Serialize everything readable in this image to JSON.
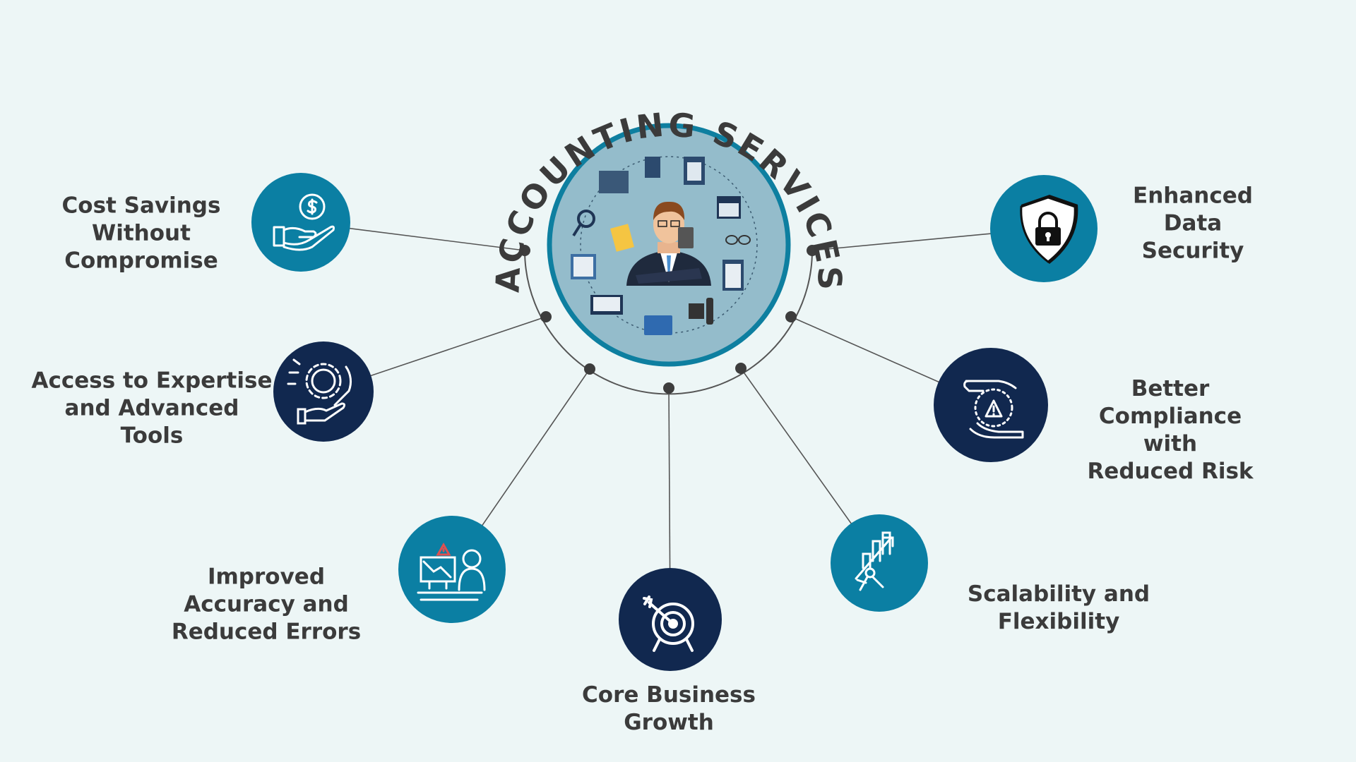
{
  "title": "ACCOUNTING SERVICES",
  "colors": {
    "background": "#edf6f6",
    "teal": "#0b7fa3",
    "navy": "#11284f",
    "center_fill": "#94bccb",
    "text": "#3b3b3b"
  },
  "benefits": [
    {
      "label": "Cost Savings\nWithout\nCompromise",
      "icon": "hand-dollar-icon"
    },
    {
      "label": "Access to Expertise\nand Advanced\nTools",
      "icon": "gear-hand-icon"
    },
    {
      "label": "Improved\nAccuracy and\nReduced Errors",
      "icon": "computer-error-icon"
    },
    {
      "label": "Core Business\nGrowth",
      "icon": "target-icon"
    },
    {
      "label": "Scalability and\nFlexibility",
      "icon": "growth-chart-icon"
    },
    {
      "label": "Better\nCompliance with\nReduced Risk",
      "icon": "hands-warning-icon"
    },
    {
      "label": "Enhanced\nData Security",
      "icon": "shield-lock-icon"
    }
  ]
}
